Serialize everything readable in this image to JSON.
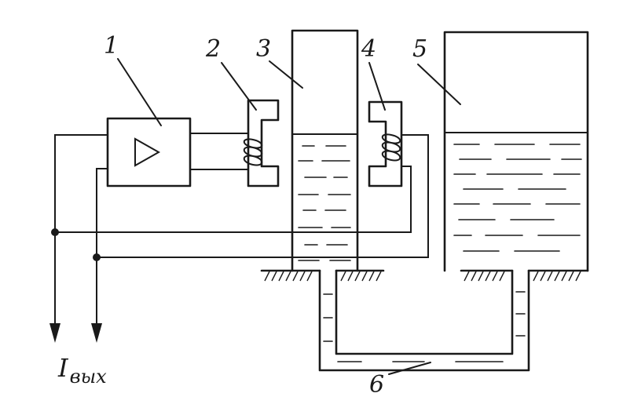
{
  "labels": {
    "amplifier": "1",
    "sensor_left": "2",
    "tube_measuring": "3",
    "sensor_right": "4",
    "vessel_reference": "5",
    "connecting_pipe": "6"
  },
  "output": {
    "symbol": "I",
    "subscript": "вых"
  },
  "colors": {
    "ink": "#1a1a1a",
    "background": "#ffffff"
  }
}
